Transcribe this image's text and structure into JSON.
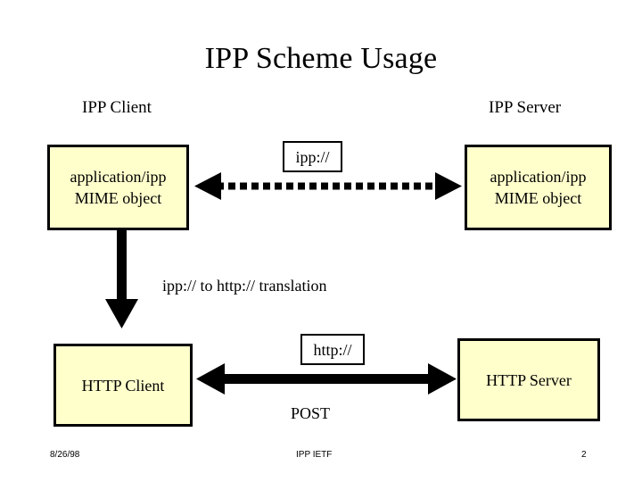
{
  "slide": {
    "title": "IPP Scheme Usage",
    "background_color": "#FFFFFF",
    "box_fill_color": "#FFFFCC",
    "box_border_color": "#000000",
    "text_color": "#000000"
  },
  "headings": {
    "left": "IPP Client",
    "right": "IPP Server"
  },
  "boxes": {
    "ipp_client": {
      "line1": "application/ipp",
      "line2": "MIME object"
    },
    "ipp_server": {
      "line1": "application/ipp",
      "line2": "MIME object"
    },
    "http_client": {
      "line1": "HTTP Client"
    },
    "http_server": {
      "line1": "HTTP Server"
    }
  },
  "labels": {
    "ipp_scheme": "ipp://",
    "http_scheme": "http://",
    "translation": "ipp:// to http:// translation",
    "post": "POST"
  },
  "arrows": [
    {
      "name": "ipp-bidirectional",
      "style": "dashed",
      "heads": "both",
      "orientation": "horizontal",
      "color": "#000000"
    },
    {
      "name": "ipp-to-http-translation",
      "style": "solid",
      "heads": "down",
      "orientation": "vertical",
      "color": "#000000"
    },
    {
      "name": "http-bidirectional",
      "style": "solid",
      "heads": "both",
      "orientation": "horizontal",
      "color": "#000000"
    }
  ],
  "footer": {
    "date": "8/26/98",
    "note": "IPP IETF",
    "page": "2"
  }
}
